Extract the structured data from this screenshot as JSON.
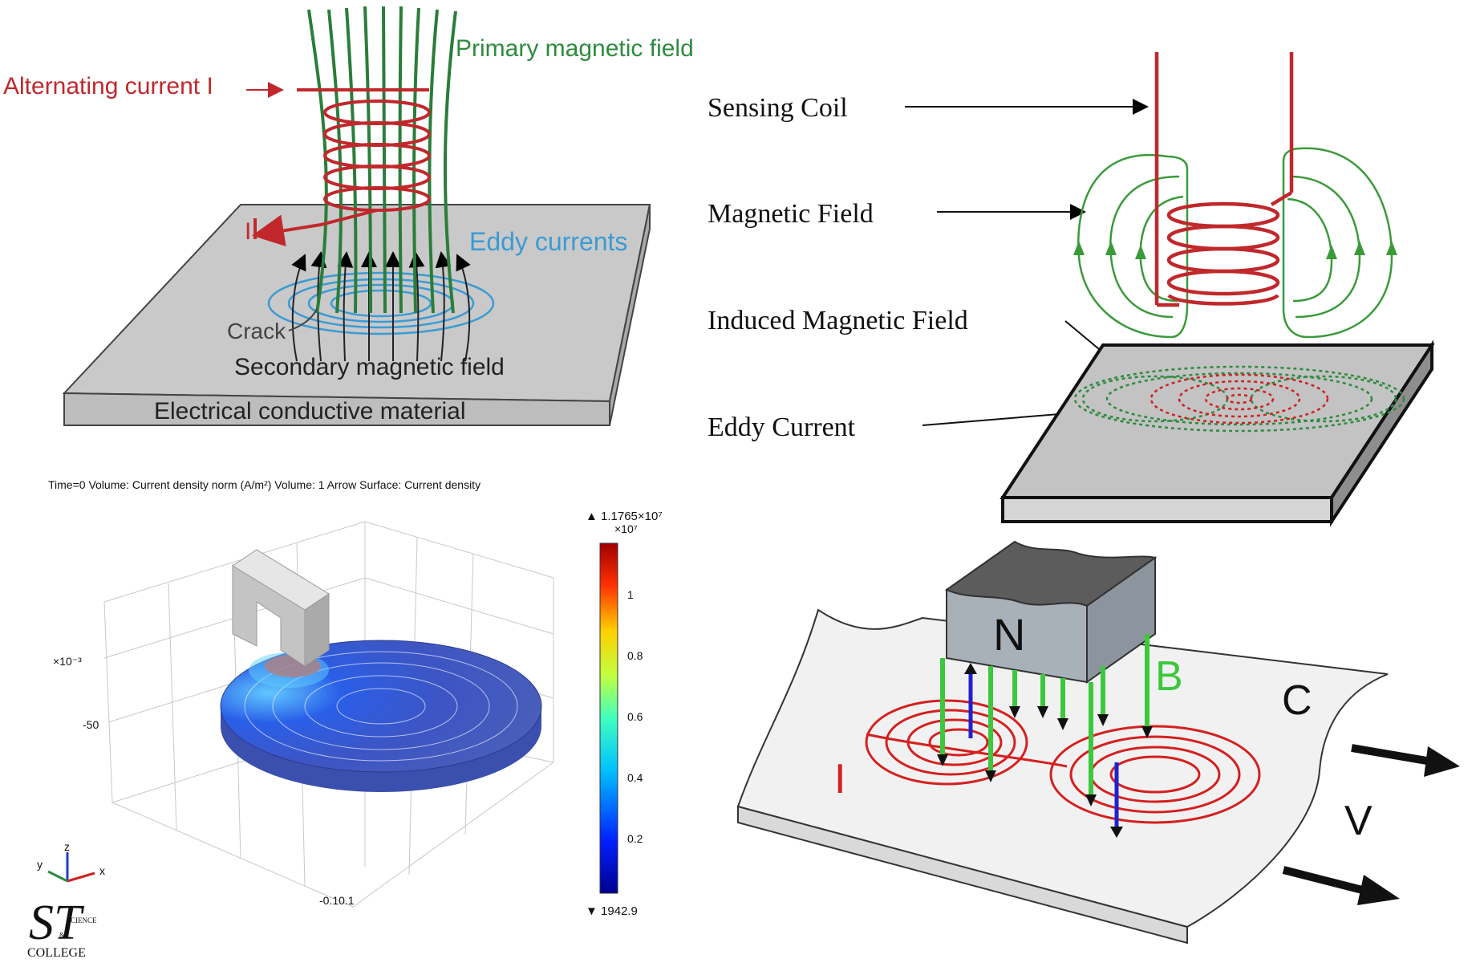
{
  "panel_a": {
    "primary_field": "Primary magnetic field",
    "alt_current": "Alternating current I",
    "current_mark": "I",
    "eddy": "Eddy currents",
    "crack": "Crack",
    "secondary": "Secondary magnetic field",
    "material": "Electrical conductive material"
  },
  "panel_b": {
    "sensing_coil": "Sensing Coil",
    "magnetic_field": "Magnetic Field",
    "induced_field": "Induced Magnetic Field",
    "eddy_current": "Eddy Current"
  },
  "panel_c": {
    "title": "Time=0   Volume: Current density norm (A/m²)  Volume: 1  Arrow Surface: Current density",
    "max_label": "▲ 1.1765×10⁷",
    "scale_exp": "×10⁷",
    "min_label": "▼ 1942.9",
    "ticks": [
      "1",
      "0.8",
      "0.6",
      "0.4",
      "0.2"
    ],
    "axis_exp": "×10⁻³",
    "axis_val": "-50",
    "axis_bottom": "-0.10.1",
    "triad": {
      "y": "y",
      "z": "z",
      "x": "x"
    }
  },
  "panel_d": {
    "north": "N",
    "b": "B",
    "c": "C",
    "i": "I",
    "v": "V"
  },
  "logo": {
    "monogram": "ST",
    "science": "CIENCE",
    "amp": "&",
    "college": "COLLEGE"
  },
  "colors": {
    "coil_red": "#c0282c",
    "field_green": "#2e8b3e",
    "eddy_blue": "#3a9bd5",
    "plate_gray": "#c8c8c8"
  }
}
